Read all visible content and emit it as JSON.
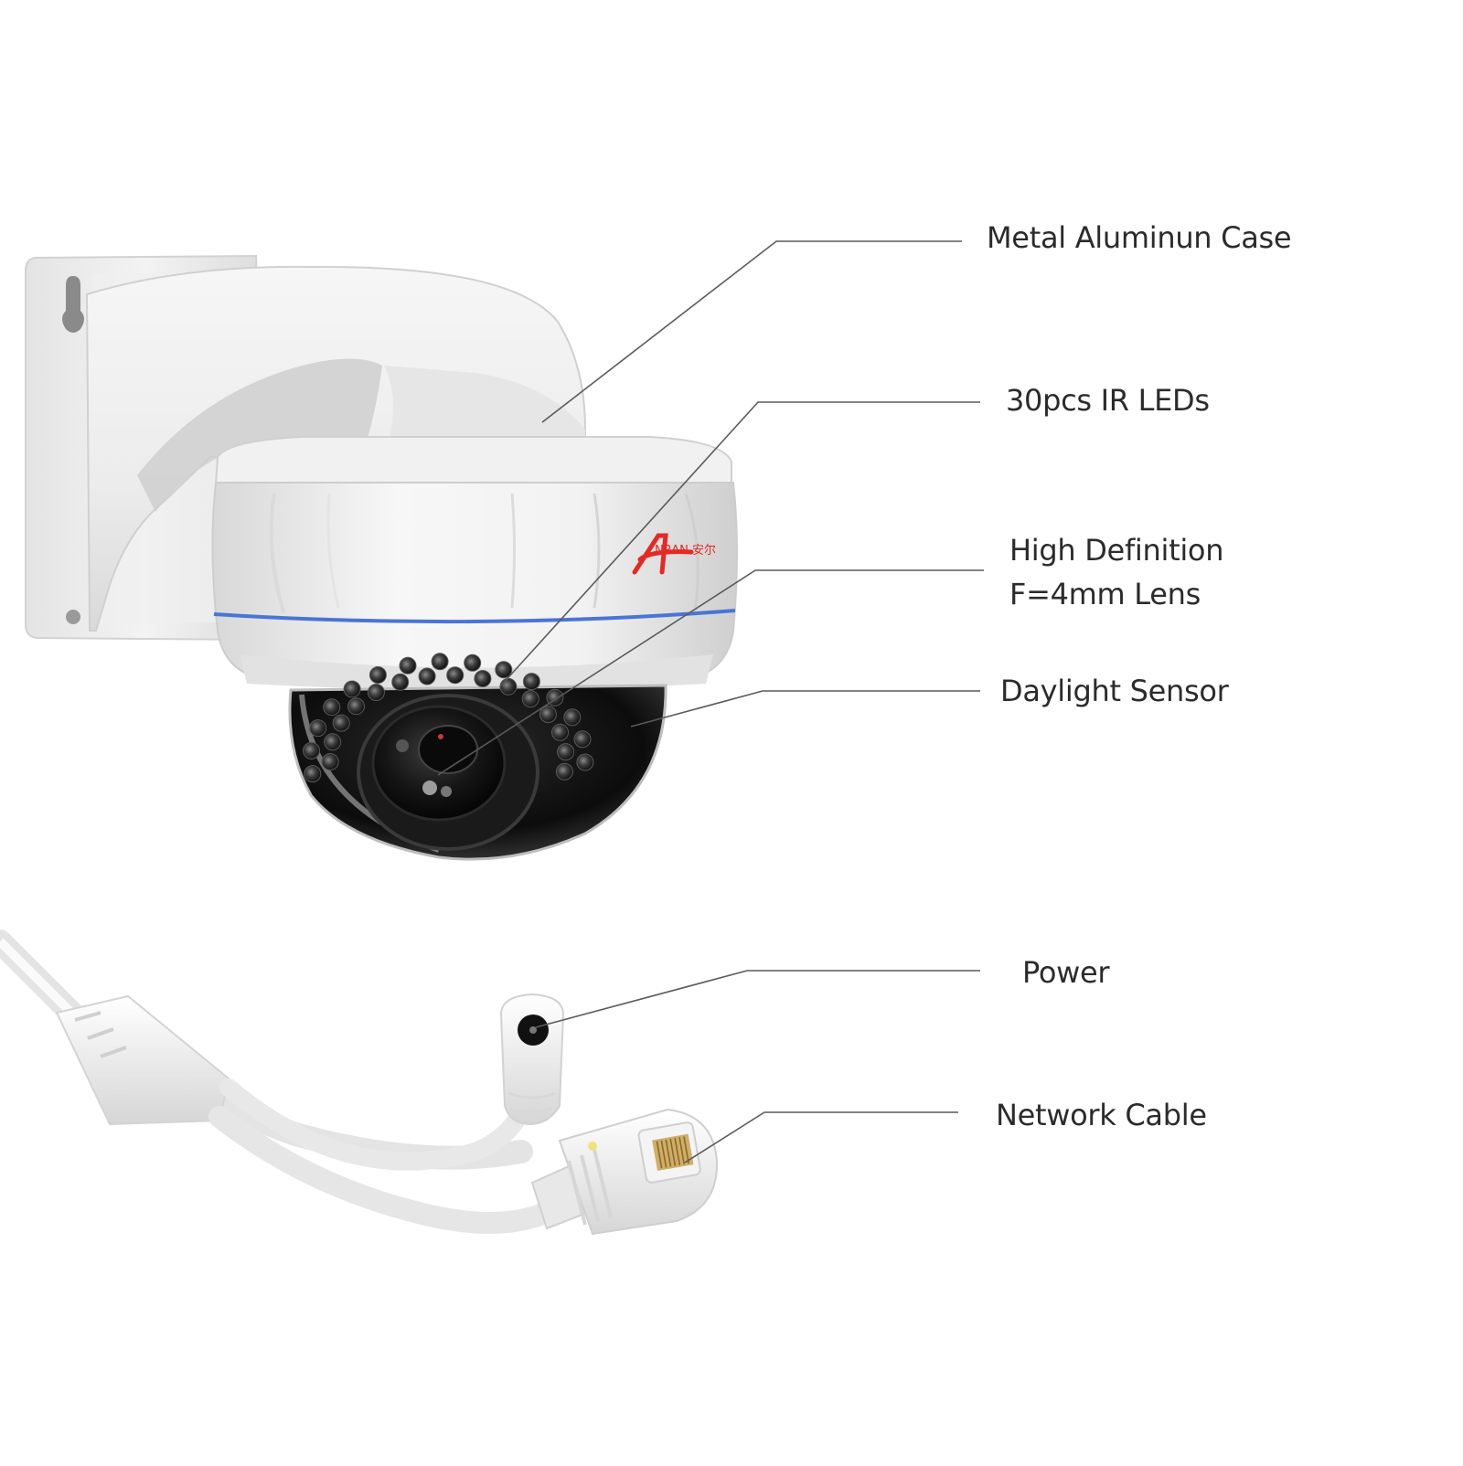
{
  "brand": {
    "logo_text": "NRAN 安尔",
    "logo_color": "#e32a24",
    "accent_stripe_color": "#4a74d6"
  },
  "callouts": {
    "case": "Metal Aluminun Case",
    "ir_leds": "30pcs IR LEDs",
    "lens_line1": "High Definition",
    "lens_line2": "F=4mm Lens",
    "daylight_sensor": "Daylight Sensor",
    "power": "Power",
    "network_cable": "Network Cable"
  },
  "colors": {
    "leader_line": "#5a5a5a",
    "label_text": "#2b2b2b",
    "housing": "#eeeeee",
    "dome_interior": "#101010"
  }
}
